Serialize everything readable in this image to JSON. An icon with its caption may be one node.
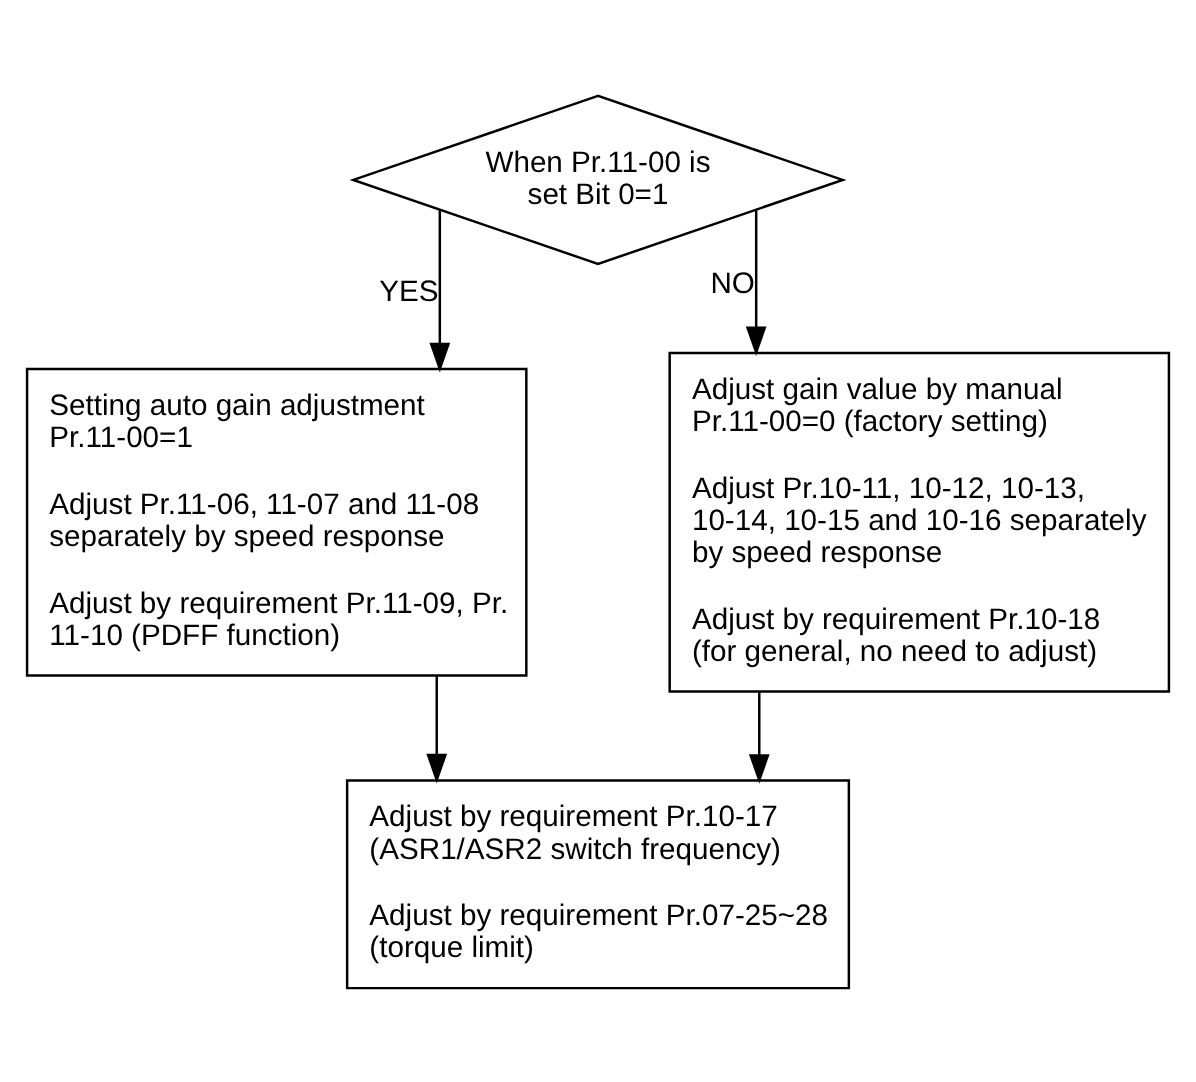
{
  "diagram": {
    "nodes": [
      {
        "text": [
          "When Pr.11-00 is set Bit 0=1"
        ]
      },
      {
        "text": [
          "Setting auto gain adjustment Pr.11-00=1",
          "Adjust Pr.11-06, 11-07 and 11-08 separately by speed response",
          "Adjust by requirement Pr.11-09, Pr. 11-10 (PDFF function)"
        ]
      },
      {
        "text": [
          "Adjust gain value by manual Pr.11-00=0 (factory setting)",
          "Adjust Pr.10-11, 10-12, 10-13, 10-14, 10-15 and 10-16 separately by speed response",
          "Adjust by requirement Pr.10-18 (for general, no need to adjust)"
        ]
      },
      {
        "text": [
          "Adjust by requirement Pr.10-17 (ASR1/ASR2 switch frequency)",
          "Adjust by requirement Pr.07-25~28 (torque limit)"
        ]
      }
    ],
    "edges": [
      {
        "from": 0,
        "to": 1,
        "arrow": "to",
        "label": "YES"
      },
      {
        "from": 0,
        "to": 2,
        "arrow": "to",
        "label": "NO"
      },
      {
        "from": 1,
        "to": 3,
        "arrow": "to"
      },
      {
        "from": 2,
        "to": 3,
        "arrow": "to"
      }
    ]
  }
}
